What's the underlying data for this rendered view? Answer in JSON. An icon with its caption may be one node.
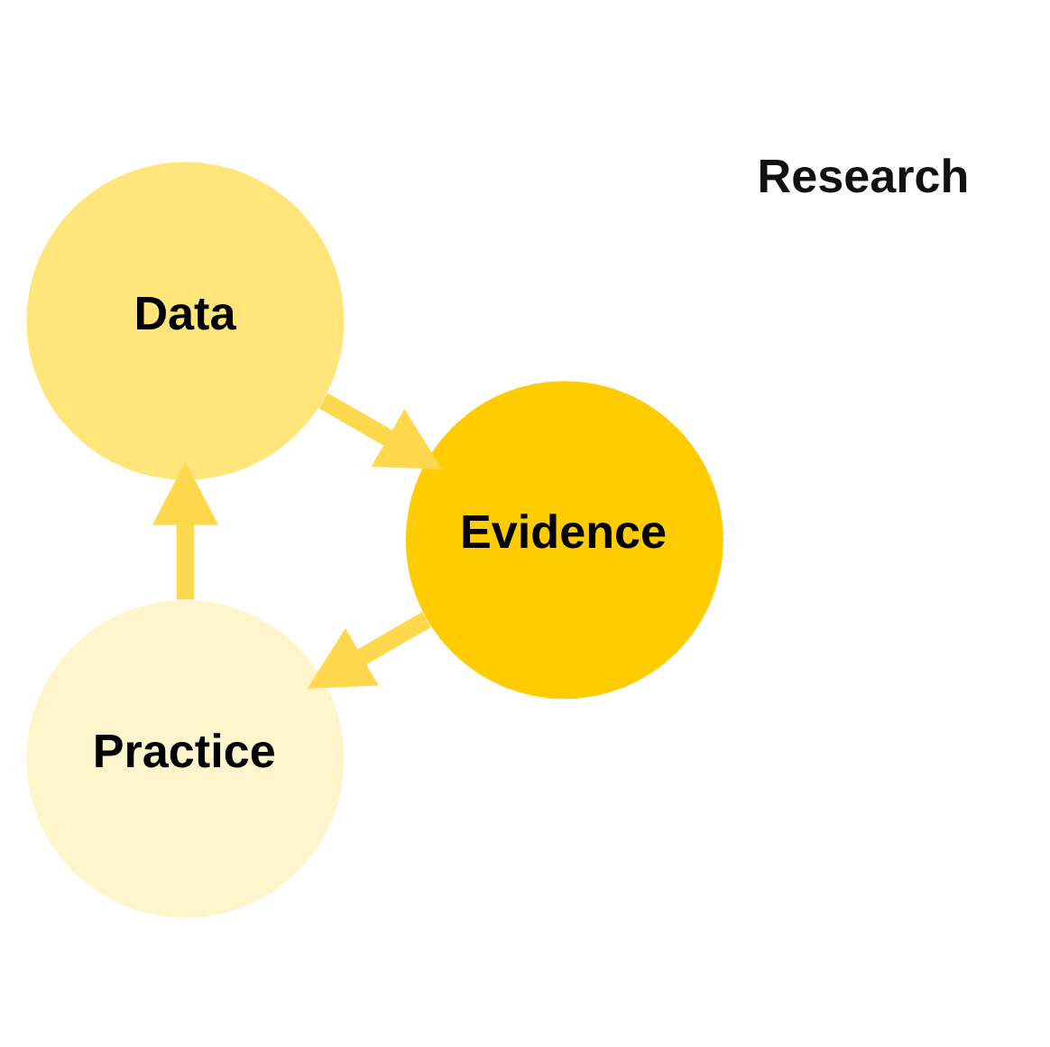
{
  "diagram": {
    "nodes": [
      {
        "text": [
          "Practice"
        ]
      },
      {
        "text": [
          "Data"
        ]
      },
      {
        "text": [
          "Evidence"
        ]
      }
    ],
    "edges": [
      {
        "from": 0,
        "to": 1,
        "arrow": "to"
      },
      {
        "from": 1,
        "to": 2,
        "arrow": "to"
      },
      {
        "from": 2,
        "to": 0,
        "arrow": "to"
      }
    ],
    "labels": [
      "Research"
    ]
  }
}
